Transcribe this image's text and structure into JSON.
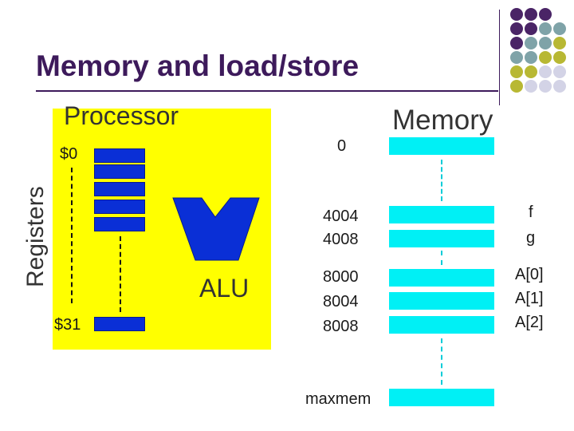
{
  "slide": {
    "title": "Memory and load/store"
  },
  "processor": {
    "label": "Processor",
    "registers_label": "Registers",
    "reg_first": "$0",
    "reg_last": "$31",
    "alu_label": "ALU"
  },
  "memory": {
    "label": "Memory",
    "addresses": {
      "a0": "0",
      "a4004": "4004",
      "a4008": "4008",
      "a8000": "8000",
      "a8004": "8004",
      "a8008": "8008",
      "amax": "maxmem"
    },
    "vars": {
      "f": "f",
      "g": "g",
      "A0": "A[0]",
      "A1": "A[1]",
      "A2": "A[2]"
    }
  },
  "colors": {
    "title": "#3d1a5b",
    "processor_bg": "#ffff00",
    "register": "#0a2fd6",
    "memory_cell": "#00f0f5",
    "dot_purple": "#4a2466",
    "dot_teal": "#7fa3a8",
    "dot_olive": "#b8b833",
    "dot_lavender": "#d3d3e6"
  }
}
